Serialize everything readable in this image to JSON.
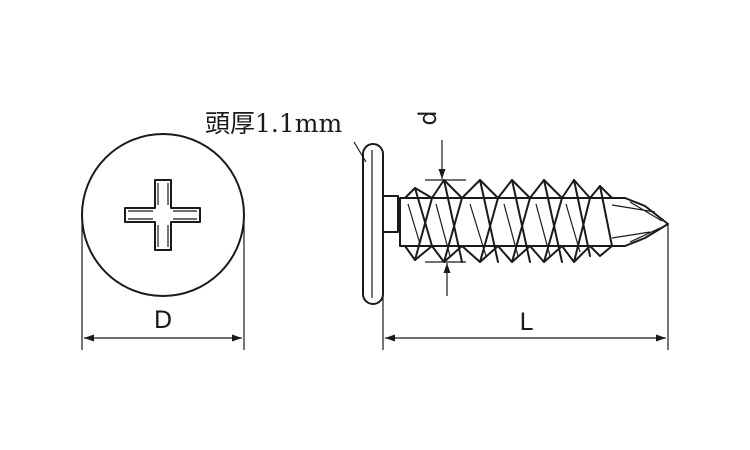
{
  "labels": {
    "head_thickness": "頭厚1.1mm",
    "head_diameter": "D",
    "thread_diameter": "d",
    "length": "L"
  },
  "colors": {
    "line": "#1a1a1a",
    "background": "#ffffff"
  }
}
